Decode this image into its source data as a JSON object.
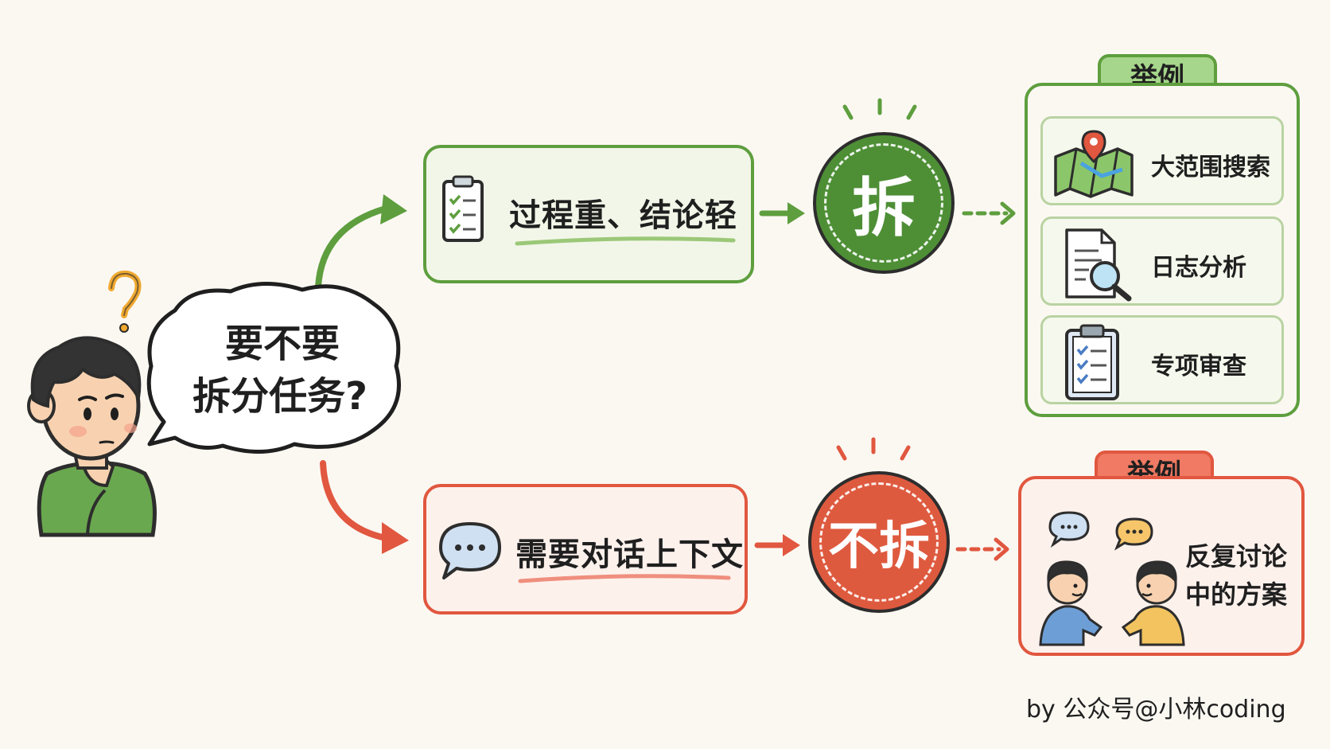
{
  "question": {
    "line1": "要不要",
    "line2": "拆分任务?"
  },
  "top_branch": {
    "condition": "过程重、结论轻",
    "decision": "拆",
    "example_tag": "举例",
    "examples": [
      {
        "label": "大范围搜索",
        "icon": "map-pin-icon"
      },
      {
        "label": "日志分析",
        "icon": "document-magnifier-icon"
      },
      {
        "label": "专项审查",
        "icon": "clipboard-checklist-icon"
      }
    ]
  },
  "bottom_branch": {
    "condition": "需要对话上下文",
    "decision": "不拆",
    "example_tag": "举例",
    "example": {
      "line1": "反复讨论",
      "line2": "中的方案"
    }
  },
  "credit": "by 公众号@小林coding",
  "colors": {
    "green": "#5e9e3e",
    "green_fill": "#4e8f36",
    "red": "#e1573f",
    "red_fill": "#de5a3f",
    "background": "#fbf8f2"
  }
}
